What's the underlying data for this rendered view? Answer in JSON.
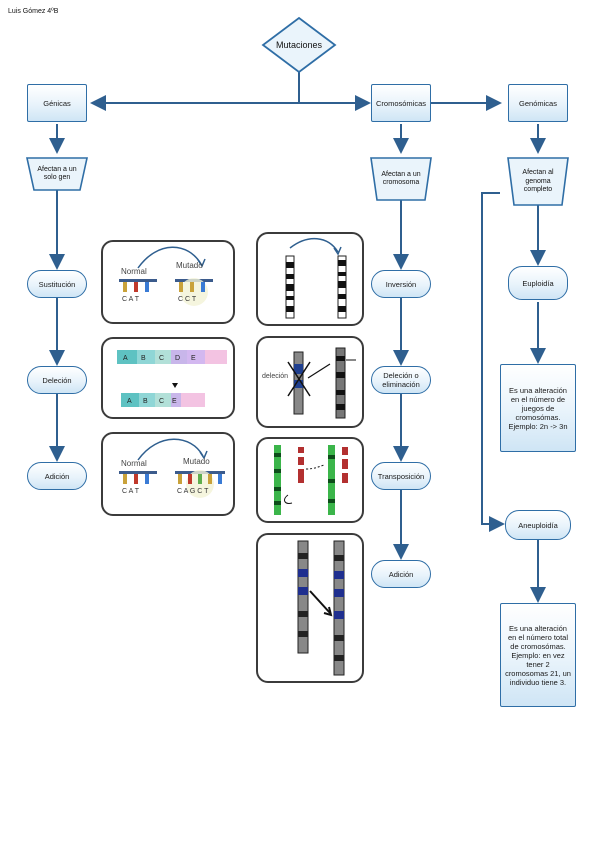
{
  "author": "Luis Gómez 4ºB",
  "root": "Mutaciones",
  "branches": {
    "genicas": {
      "title": "Génicas",
      "desc": "Afectan a un solo gen",
      "types": [
        "Sustitución",
        "Deleción",
        "Adición"
      ]
    },
    "cromosomicas": {
      "title": "Cromosómicas",
      "desc": "Afectan a un cromosoma",
      "types": [
        "Inversión",
        "Deleción o eliminación",
        "Transposición",
        "Adición"
      ]
    },
    "genomicas": {
      "title": "Genómicas",
      "desc": "Afectan al genoma completo",
      "types": [
        "Euploidía",
        "Aneuploidía"
      ],
      "euploidia_desc": "Es una alteración en el número de juegos de cromosómas. Ejemplo: 2n -> 3n",
      "aneuploidia_desc": "Es una alteración en el número total de cromosómas. Ejemplo: en vez tener 2 cromosomas 21, un individuo tiene 3."
    }
  },
  "illustrations": {
    "sustitucion": {
      "left_label": "Normal",
      "right_label": "Mutado",
      "bases_left": "C A T",
      "bases_right": "C C T"
    },
    "delecion": {
      "top_letters": [
        "A",
        "B",
        "C",
        "D",
        "E"
      ],
      "bottom_letters": [
        "A",
        "B",
        "C",
        "E"
      ]
    },
    "adicion": {
      "left_label": "Normal",
      "right_label": "Mutado",
      "bases_left": "C A T",
      "bases_right": "C A G C T"
    },
    "delecion_cromosoma_label": "deleción"
  },
  "colors": {
    "border": "#2f6ea6",
    "arrow": "#2f5f8f",
    "panel_border": "#3b3b3b"
  }
}
